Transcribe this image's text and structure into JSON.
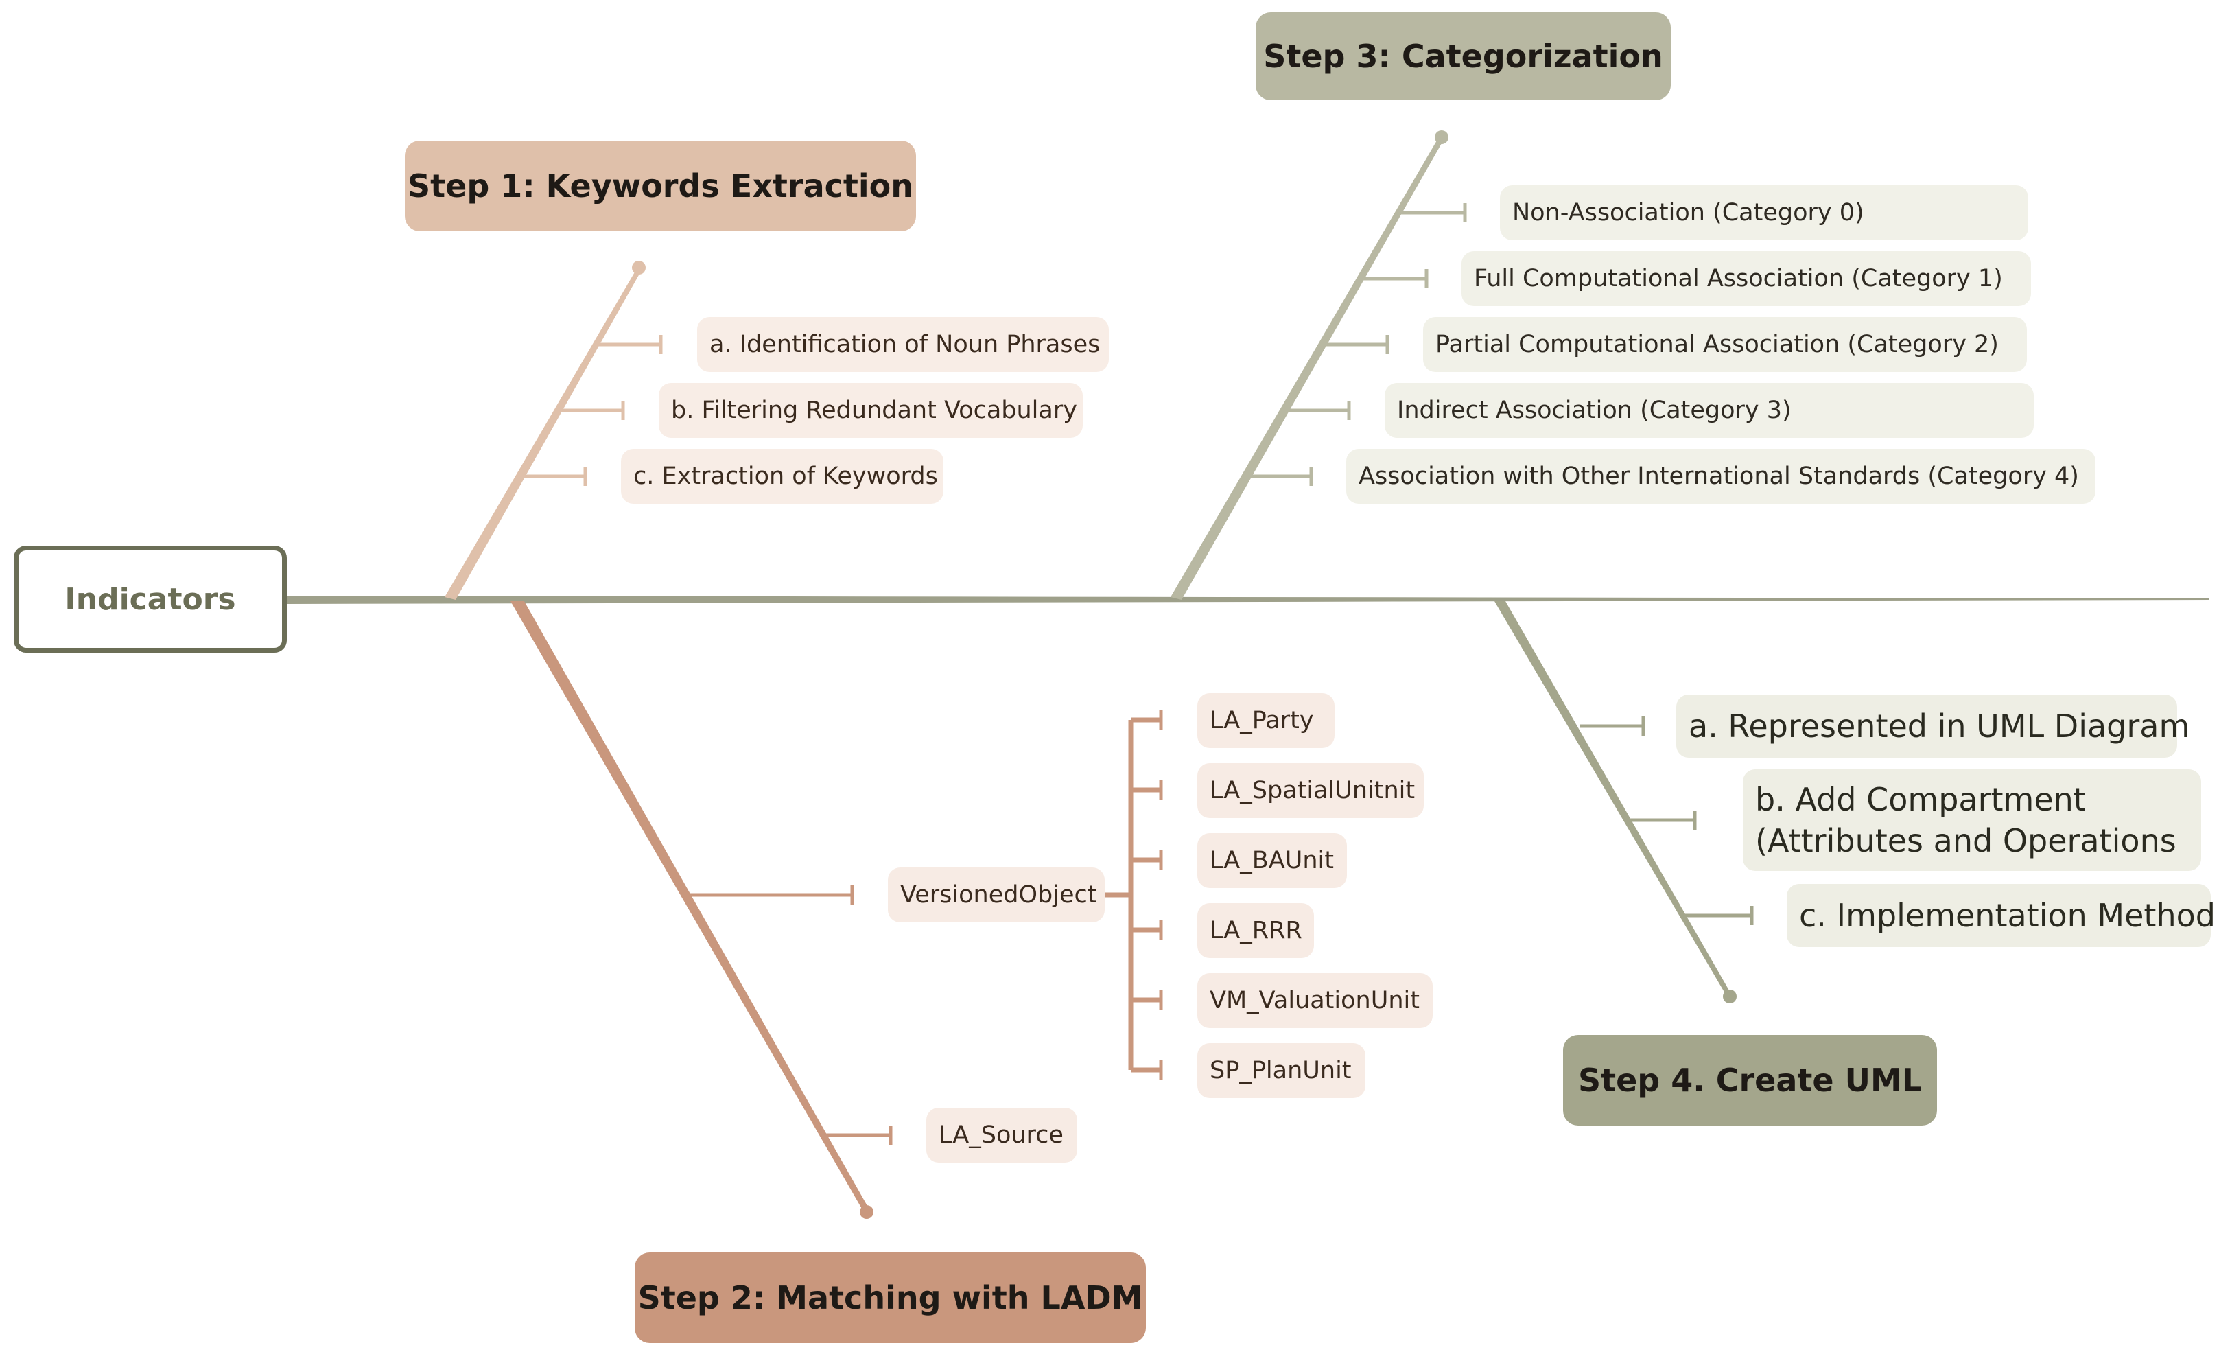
{
  "root": {
    "label": "Indicators"
  },
  "step1": {
    "title": "Step 1:  Keywords Extraction",
    "items": [
      "a. Identification of Noun Phrases",
      "b. Filtering Redundant Vocabulary",
      "c. Extraction of Keywords"
    ]
  },
  "step2": {
    "title": "Step 2: Matching with LADM",
    "versioned": {
      "label": "VersionedObject",
      "children": [
        "LA_Party",
        "LA_SpatialUnitnit",
        "LA_BAUnit",
        "LA_RRR",
        "VM_ValuationUnit",
        "SP_PlanUnit"
      ]
    },
    "source": "LA_Source"
  },
  "step3": {
    "title": "Step 3: Categorization",
    "items": [
      "Non-Association (Category 0)",
      "Full Computational Association (Category 1)",
      "Partial Computational Association (Category 2)",
      "Indirect Association (Category 3)",
      "Association with Other International Standards (Category 4)"
    ]
  },
  "step4": {
    "title": "Step 4. Create UML",
    "items": [
      "a. Represented in UML Diagram",
      "b. Add Compartment (Attributes and Operations",
      "c. Implementation Method"
    ]
  },
  "colors": {
    "spine": "#9ea08a",
    "step1": "#dfc0aa",
    "step2": "#c9977d",
    "step3": "#b8b8a2",
    "step4": "#a4a68c",
    "root_border": "#6b6e56"
  }
}
